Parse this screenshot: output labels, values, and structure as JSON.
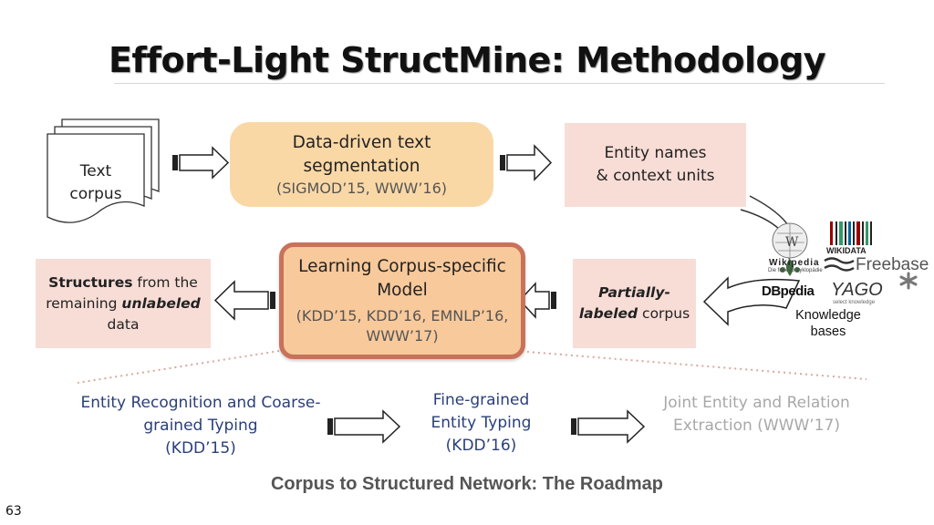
{
  "title": "Effort-Light StructMine: Methodology",
  "input": {
    "label_line1": "Text",
    "label_line2": "corpus"
  },
  "segmentation": {
    "line1": "Data-driven text",
    "line2": "segmentation",
    "citation": "(SIGMOD’15, WWW’16)"
  },
  "entity_names": {
    "line1": "Entity names",
    "line2": "& context units"
  },
  "knowledge_bases": {
    "label_line1": "Knowledge",
    "label_line2": "bases",
    "logos": [
      "Wikipedia",
      "WIKIDATA",
      "Freebase",
      "DBpedia",
      "YAGO"
    ],
    "wikipedia_tagline": "Die freie Enzyklopädie",
    "yago_tagline": "select knowledge"
  },
  "partially_labeled": {
    "emph": "Partially-",
    "emph2": "labeled",
    "rest": " corpus"
  },
  "model": {
    "line1": "Learning Corpus-specific",
    "line2": "Model",
    "citation_line1": "(KDD’15, KDD’16, EMNLP’16,",
    "citation_line2": "WWW’17)"
  },
  "structures": {
    "emph": "Structures",
    "rest1": " from the",
    "line2_pre": "remaining ",
    "line2_emph": "unlabeled",
    "line3": "data"
  },
  "roadmap": [
    {
      "line1": "Entity Recognition and Coarse-",
      "line2": "grained Typing",
      "line3": "(KDD’15)"
    },
    {
      "line1": "Fine-grained",
      "line2": "Entity Typing",
      "line3": "(KDD’16)"
    },
    {
      "line1": "Joint Entity and Relation",
      "line2": "Extraction (WWW’17)"
    }
  ],
  "subtitle": "Corpus to Structured Network: The Roadmap",
  "page_number": "63",
  "colors": {
    "segmentation_fill": "#fad8a6",
    "model_fill": "#f8c99b",
    "model_border": "#c9725a",
    "pale_box_fill": "#f8ddd6",
    "roadmap_text": "#2a3f7a",
    "roadmap_future_text": "#a8a8a8"
  }
}
